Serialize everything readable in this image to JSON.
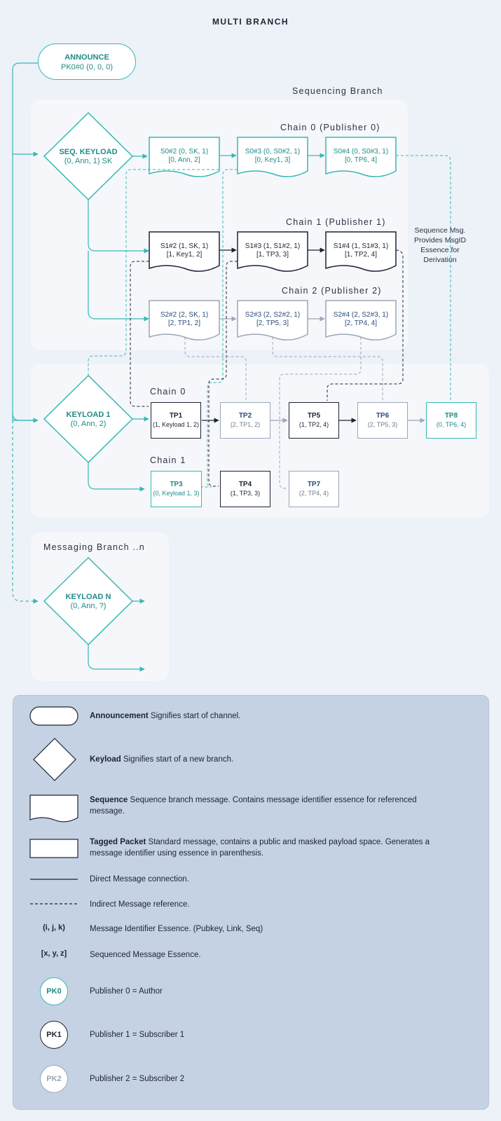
{
  "title": "MULTI BRANCH",
  "announce": {
    "label": "ANNOUNCE",
    "id": "PK0#0 (0, 0, 0)"
  },
  "sequencing_branch": {
    "label": "Sequencing Branch",
    "keyload": {
      "label": "SEQ. KEYLOAD",
      "essence": "(0, Ann, 1) SK"
    },
    "chains": [
      {
        "label": "Chain 0 (Publisher 0)",
        "messages": [
          {
            "line1": "S0#2 (0, SK, 1)",
            "line2": "[0, Ann, 2]"
          },
          {
            "line1": "S0#3 (0, S0#2, 1)",
            "line2": "[0, Key1, 3]"
          },
          {
            "line1": "S0#4 (0, S0#3, 1)",
            "line2": "[0, TP6, 4]"
          }
        ]
      },
      {
        "label": "Chain 1 (Publisher 1)",
        "messages": [
          {
            "line1": "S1#2 (1, SK, 1)",
            "line2": "[1, Key1, 2]"
          },
          {
            "line1": "S1#3 (1, S1#2, 1)",
            "line2": "[1, TP3, 3]"
          },
          {
            "line1": "S1#4 (1, S1#3, 1)",
            "line2": "[1, TP2, 4]"
          }
        ]
      },
      {
        "label": "Chain 2 (Publisher 2)",
        "messages": [
          {
            "line1": "S2#2 (2, SK, 1)",
            "line2": "[2, TP1, 2]"
          },
          {
            "line1": "S2#3 (2, S2#2, 1)",
            "line2": "[2, TP5, 3]"
          },
          {
            "line1": "S2#4 (2, S2#3, 1)",
            "line2": "[2, TP4, 4]"
          }
        ]
      }
    ],
    "note": "Sequence Msg. Provides MsgID Essence for Derivation"
  },
  "keyload1": {
    "label": "KEYLOAD 1",
    "essence": "(0, Ann, 2)",
    "chain0_label": "Chain 0",
    "chain1_label": "Chain 1",
    "packets": {
      "tp1": {
        "name": "TP1",
        "essence": "(1, Keyload 1, 2)"
      },
      "tp2": {
        "name": "TP2",
        "essence": "(2, TP1, 2)"
      },
      "tp5": {
        "name": "TP5",
        "essence": "(1, TP2, 4)"
      },
      "tp6": {
        "name": "TP6",
        "essence": "(2, TP5, 3)"
      },
      "tp8": {
        "name": "TP8",
        "essence": "(0, TP6, 4)"
      },
      "tp3": {
        "name": "TP3",
        "essence": "(0, Keyload 1, 3)"
      },
      "tp4": {
        "name": "TP4",
        "essence": "(1, TP3, 3)"
      },
      "tp7": {
        "name": "TP7",
        "essence": "(2, TP4, 4)"
      }
    }
  },
  "messaging_branch": {
    "label": "Messaging Branch ..n",
    "keyload": {
      "label": "KEYLOAD N",
      "essence": "(0, Ann, ?)"
    }
  },
  "legend": {
    "announcement": {
      "term": "Announcement",
      "desc": " Signifies start of channel."
    },
    "keyload": {
      "term": "Keyload",
      "desc": " Signifies start of a new branch."
    },
    "sequence": {
      "term": "Sequence",
      "desc": " Sequence branch message. Contains message identifier essence for referenced message."
    },
    "tagged": {
      "term": "Tagged Packet",
      "desc": " Standard message, contains a public and masked payload space. Generates a message identifier using essence in parenthesis."
    },
    "direct": "Direct Message connection.",
    "indirect": "Indirect Message reference.",
    "ijk_sym": "(i, j, k)",
    "ijk_desc": "Message Identifier Essence. (Pubkey, Link, Seq)",
    "xyz_sym": "[x, y, z]",
    "xyz_desc": "Sequenced Message Essence.",
    "pk0": {
      "badge": "PK0",
      "desc": "Publisher 0 = Author"
    },
    "pk1": {
      "badge": "PK1",
      "desc": "Publisher 1 = Subscriber 1"
    },
    "pk2": {
      "badge": "PK2",
      "desc": "Publisher 2 = Subscriber 2"
    }
  },
  "colors": {
    "teal": "#35b9b3",
    "teal_text": "#1e8b87",
    "dark": "#1c2333",
    "grey": "#9aa6b8",
    "legend_bg": "#c5d2e4"
  }
}
